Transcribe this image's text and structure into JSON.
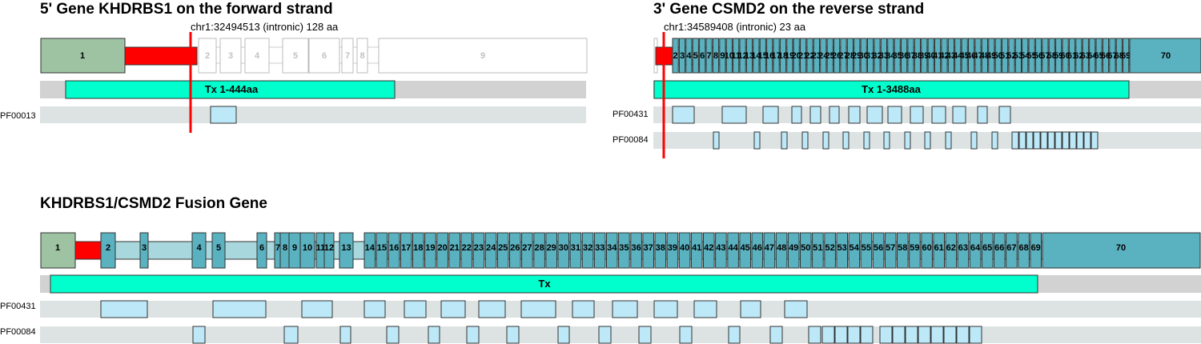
{
  "titles": {
    "gene5": "5' Gene KHDRBS1 on the forward strand",
    "gene3": "3' Gene CSMD2 on the reverse strand",
    "fusion": "KHDRBS1/CSMD2 Fusion Gene"
  },
  "breakpoints": {
    "gene5": "chr1:32494513 (intronic) 128 aa",
    "gene3": "chr1:34589408 (intronic) 23 aa"
  },
  "transcripts": {
    "gene5": "Tx 1-444aa",
    "gene3": "Tx 1-3488aa",
    "fusion": "Tx"
  },
  "domains": {
    "gene5": [
      "PF00013"
    ],
    "gene3": [
      "PF00431",
      "PF00084"
    ],
    "fusion": [
      "PF00431",
      "PF00084"
    ]
  },
  "gene5_exons": [
    "1",
    "2",
    "3",
    "4",
    "5",
    "6",
    "7",
    "8",
    "9"
  ],
  "gene3_exons": [
    "2",
    "3",
    "4",
    "5",
    "6",
    "7",
    "8",
    "9",
    "10",
    "11",
    "12",
    "13",
    "14",
    "15",
    "16",
    "17",
    "18",
    "19",
    "20",
    "21",
    "22",
    "23",
    "24",
    "25",
    "26",
    "27",
    "28",
    "29",
    "30",
    "31",
    "32",
    "33",
    "34",
    "35",
    "36",
    "37",
    "38",
    "39",
    "40",
    "41",
    "42",
    "43",
    "44",
    "45",
    "46",
    "47",
    "48",
    "49",
    "50",
    "51",
    "52",
    "53",
    "54",
    "55",
    "56",
    "57",
    "58",
    "59",
    "60",
    "61",
    "62",
    "63",
    "64",
    "65",
    "66",
    "67",
    "68",
    "69",
    "70"
  ],
  "fusion_exons": [
    "1",
    "2",
    "3",
    "4",
    "5",
    "6",
    "7",
    "8",
    "9",
    "10",
    "11",
    "12",
    "13",
    "14",
    "15",
    "16",
    "17",
    "18",
    "19",
    "20",
    "21",
    "22",
    "23",
    "24",
    "25",
    "26",
    "27",
    "28",
    "29",
    "30",
    "31",
    "32",
    "33",
    "34",
    "35",
    "36",
    "37",
    "38",
    "39",
    "40",
    "41",
    "42",
    "43",
    "44",
    "45",
    "46",
    "47",
    "48",
    "49",
    "50",
    "51",
    "52",
    "53",
    "54",
    "55",
    "56",
    "57",
    "58",
    "59",
    "60",
    "61",
    "62",
    "63",
    "64",
    "65",
    "66",
    "67",
    "68",
    "69",
    "70"
  ],
  "colors": {
    "utr5": "#9dc3a3",
    "breakpoint": "#ff0000",
    "exon": "#5ab1bf",
    "intron": "#a8d8de",
    "transcript": "#00ffcc",
    "track": "#d2d2d2",
    "domain_track": "#dde3e3",
    "domain": "#bde8f8"
  }
}
